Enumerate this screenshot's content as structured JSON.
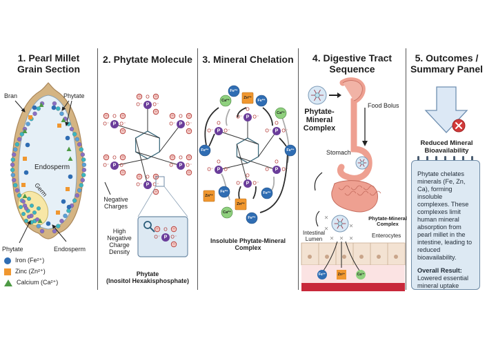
{
  "colors": {
    "iron": "#2f6db3",
    "zinc": "#f0972f",
    "calcium": "#4e9a45",
    "phosphorus": "#6a3d9a",
    "oxygen": "#b0302c",
    "bran": "#d4b483",
    "endosperm": "#e6f0f7",
    "germ": "#f7e7a6",
    "tract": "#eea091",
    "blood": "#c8283a",
    "note_bg": "#dde9f3",
    "arrow_block": "#dce8f5",
    "x_badge": "#d23a3a"
  },
  "panels": [
    {
      "title_line1": "1. Pearl Millet",
      "title_line2": "Grain Section",
      "labels": {
        "bran": "Bran",
        "phytate_top": "Phytate",
        "endosperm_center": "Endosperm",
        "germ": "Germ",
        "phytate_bottom": "Phytate",
        "endosperm_bottom": "Endosperm"
      },
      "legend": [
        {
          "icon": "circle",
          "label": "Iron (Fe²⁺)"
        },
        {
          "icon": "square",
          "label": "Zinc (Zn²⁺)"
        },
        {
          "icon": "triangle",
          "label": "Calcium (Ca²⁺)"
        }
      ]
    },
    {
      "title": "2. Phytate Molecule",
      "labels": {
        "negative_charges_line1": "Negative",
        "negative_charges_line2": "Charges",
        "density_line1": "High",
        "density_line2": "Negative",
        "density_line3": "Charge",
        "density_line4": "Density",
        "caption_line1": "Phytate",
        "caption_line2": "(Inositol Hexakisphosphate)"
      },
      "atoms": {
        "phosphorus": "P",
        "oxygen": "O",
        "oxygen_minus": "O⁻",
        "minus": "−"
      }
    },
    {
      "title": "3. Mineral Chelation",
      "ions": {
        "iron": "Fe²⁺",
        "zinc": "Zn²⁺",
        "calcium": "Ca²⁺"
      },
      "caption_line1": "Insoluble Phytate-Mineral",
      "caption_line2": "Complex"
    },
    {
      "title_line1": "4. Digestive Tract",
      "title_line2": "Sequence",
      "labels": {
        "complex_line1": "Phytate-",
        "complex_line2": "Mineral",
        "complex_line3": "Complex",
        "food_bolus": "Food Bolus",
        "stomach": "Stomach",
        "complex_small_line1": "Phytate-Mineral",
        "complex_small_line2": "Complex",
        "lumen_line1": "Intestinal",
        "lumen_line2": "Lumen",
        "enterocytes": "Enterocytes"
      },
      "ions": {
        "iron": "Fe²⁺",
        "zinc": "Zn²⁺",
        "calcium": "Ca²⁺"
      }
    },
    {
      "title_line1": "5. Outcomes /",
      "title_line2": "Summary Panel",
      "outcome_line1": "Reduced Mineral",
      "outcome_line2": "Bioavailability",
      "note_body": "Phytate chelates minerals (Fe, Zn, Ca), forming insoluble complexes. These complexes limit human mineral absorption from pearl millet in the intestine, leading to reduced bioavailability.",
      "note_result_label": "Overall Result:",
      "note_result_text": "Lowered essential mineral uptake"
    }
  ]
}
